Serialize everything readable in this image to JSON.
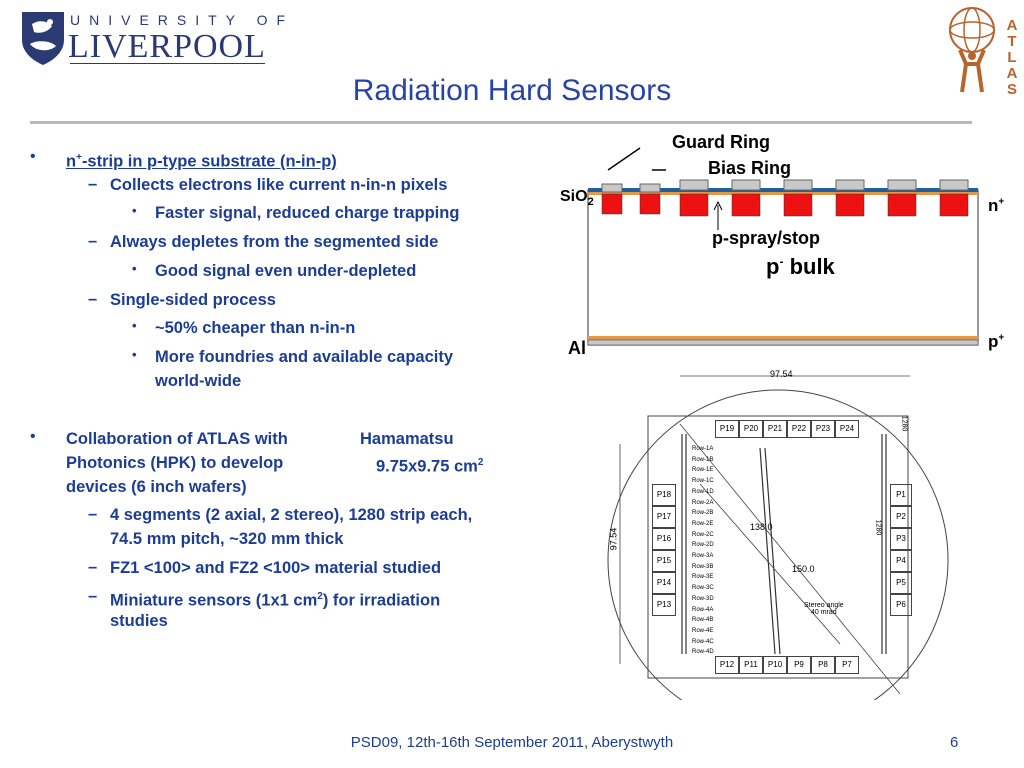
{
  "header": {
    "university_line1": "UNIVERSITY OF",
    "university_line2": "LIVERPOOL",
    "title": "Radiation Hard Sensors",
    "atlas_letters": [
      "A",
      "T",
      "L",
      "A",
      "S"
    ]
  },
  "bullets": {
    "b1": {
      "prefix": "n",
      "sup": "+",
      "rest": "-strip in p-type substrate (n-in-p)"
    },
    "b1_1": "Collects electrons like current n-in-n pixels",
    "b1_1a": "Faster signal, reduced charge trapping",
    "b1_2": "Always depletes from the segmented side",
    "b1_2a": "Good signal even under-depleted",
    "b1_3": "Single-sided process",
    "b1_3a": "~50% cheaper than n-in-n",
    "b1_3b_line1": "More foundries and available capacity",
    "b1_3b_line2": "world-wide",
    "b2_line1": "Collaboration of ATLAS with",
    "b2_line2": "Photonics (HPK) to develop",
    "b2_line3": "devices (6 inch wafers)",
    "b2_right1": "Hamamatsu",
    "b2_right2": "9.75x9.75 cm",
    "b2_right2_sup": "2",
    "b2_1_line1": "4 segments (2 axial, 2 stereo), 1280 strip each,",
    "b2_1_line2": "74.5 mm pitch, ~320 mm thick",
    "b2_2": "FZ1 <100> and FZ2 <100> material studied",
    "b2_3_line1a": "Miniature sensors (1x1 cm",
    "b2_3_sup": "2",
    "b2_3_line1b": ") for irradiation",
    "b2_3_line2": "studies",
    "bullet_glyph": "•",
    "dash_glyph": "–"
  },
  "diagram": {
    "guard_ring": "Guard Ring",
    "bias_ring": "Bias Ring",
    "sio2": "SiO",
    "sio2_sub": "2",
    "nplus": "n",
    "nplus_sup": "+",
    "pspray": "p-spray/stop",
    "pbulk_p": "p",
    "pbulk_sup": "-",
    "pbulk_rest": " bulk",
    "al": "Al",
    "pplus": "p",
    "pplus_sup": "+",
    "colors": {
      "strip": "#ee1111",
      "oxide": "#1f5fa0",
      "metal": "#c8c8c8",
      "al": "#e29a44"
    }
  },
  "wafer": {
    "dim_top": "97.54",
    "dim_left": "97.54",
    "dim_138": "138.0",
    "dim_150": "150.0",
    "stereo": "Stereo angle",
    "stereo2": "40 mrad",
    "top_pads": [
      "P19",
      "P20",
      "P21",
      "P22",
      "P23",
      "P24"
    ],
    "left_pads": [
      "P18",
      "P17",
      "P16",
      "P15",
      "P14",
      "P13"
    ],
    "right_pads": [
      "P1",
      "P2",
      "P3",
      "P4",
      "P5",
      "P6"
    ],
    "bottom_pads": [
      "P12",
      "P11",
      "P10",
      "P9",
      "P8",
      "P7"
    ],
    "rows": [
      "Row-1A",
      "Row-1B",
      "Row-1E",
      "Row-1C",
      "Row-1D",
      "Row-2A",
      "Row-2B",
      "Row-2E",
      "Row-2C",
      "Row-2D",
      "Row-3A",
      "Row-3B",
      "Row-3E",
      "Row-3C",
      "Row-3D",
      "Row-4A",
      "Row-4B",
      "Row-4E",
      "Row-4C",
      "Row-4D"
    ],
    "side_1280a": "1280",
    "side_1280b": "1280"
  },
  "footer": {
    "text": "PSD09, 12th-16th September 2011, Aberystwyth",
    "page": "6"
  }
}
